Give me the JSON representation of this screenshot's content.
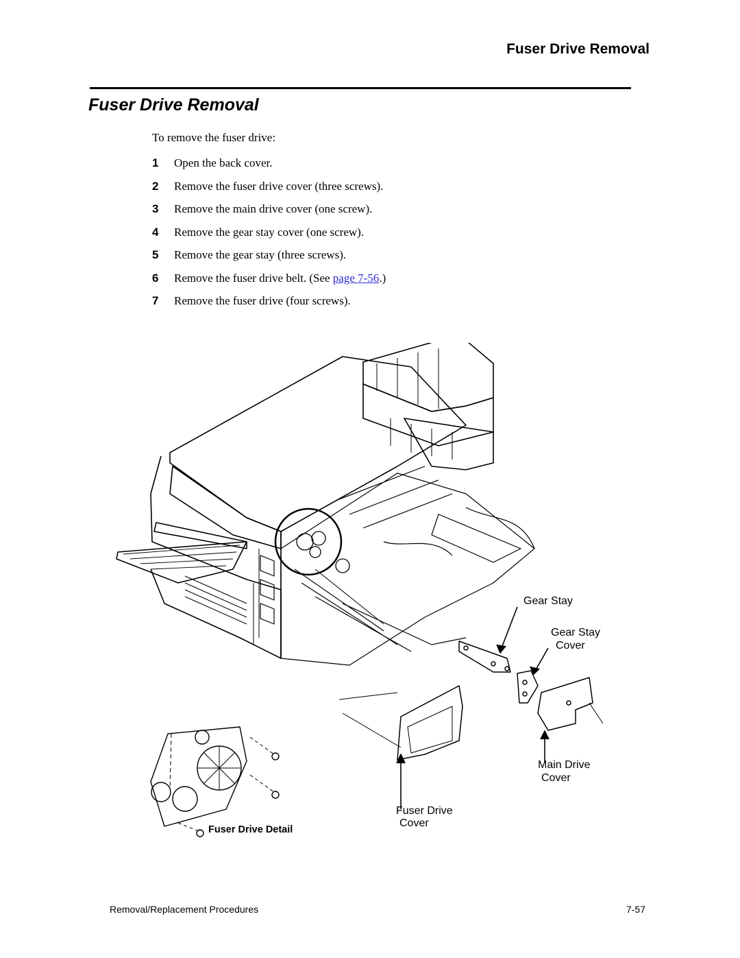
{
  "header": {
    "running_title": "Fuser Drive Removal"
  },
  "section": {
    "title": "Fuser Drive Removal"
  },
  "intro": "To remove the fuser drive:",
  "steps": [
    {
      "num": "1",
      "text": "Open the back cover."
    },
    {
      "num": "2",
      "text": "Remove the fuser drive cover (three screws)."
    },
    {
      "num": "3",
      "text": "Remove the main drive cover (one screw)."
    },
    {
      "num": "4",
      "text": "Remove the gear stay cover (one screw)."
    },
    {
      "num": "5",
      "text": "Remove the gear stay (three screws)."
    },
    {
      "num": "6",
      "text_before": "Remove the fuser drive belt. (See ",
      "link": "page 7-56",
      "text_after": ".)"
    },
    {
      "num": "7",
      "text": "Remove the fuser drive (four screws)."
    }
  ],
  "figure": {
    "callouts": {
      "gear_stay": "Gear Stay",
      "gear_stay_cover_1": "Gear Stay",
      "gear_stay_cover_2": "Cover",
      "main_drive_cover_1": "Main Drive",
      "main_drive_cover_2": "Cover",
      "fuser_drive_cover_1": "Fuser Drive",
      "fuser_drive_cover_2": "Cover"
    },
    "detail_label": "Fuser Drive Detail"
  },
  "footer": {
    "left": "Removal/Replacement Procedures",
    "right": "7-57"
  },
  "colors": {
    "link": "#2a2ad8"
  }
}
